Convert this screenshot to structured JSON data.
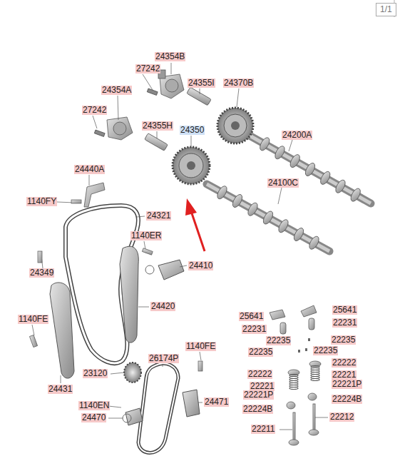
{
  "diagram": {
    "labels": [
      "1/1",
      "24354B",
      "27242",
      "24355I",
      "24370B",
      "24354A",
      "27242",
      "24355H",
      "24350",
      "24200A",
      "24440A",
      "24100C",
      "1140FY",
      "24321",
      "1140ER",
      "24349",
      "24410",
      "24420",
      "25641",
      "25641",
      "22231",
      "22231",
      "1140FE",
      "22235",
      "22235",
      "22235",
      "22235",
      "1140FE",
      "26174P",
      "22222",
      "22222",
      "22221",
      "22221",
      "22221P",
      "22221P",
      "24431",
      "23120",
      "22224B",
      "1140EN",
      "24471",
      "22224B",
      "24470",
      "22212",
      "22211"
    ]
  }
}
